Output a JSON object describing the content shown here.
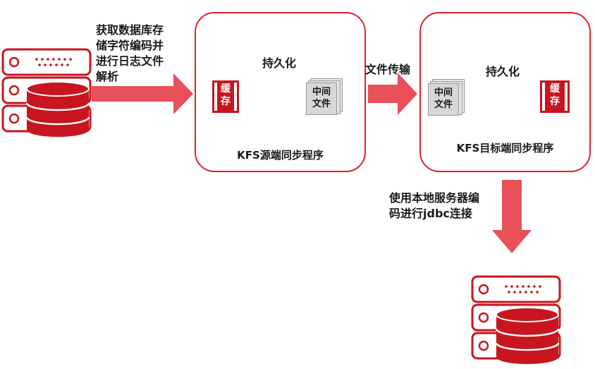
{
  "left_label_lines": [
    "获取数据库存",
    "储字符编码并",
    "进行日志文件",
    "解析"
  ],
  "source_box": {
    "persist_label": "持久化",
    "cache_lines": [
      "缓",
      "存"
    ],
    "doc_lines": [
      "中间",
      "文件"
    ],
    "title": "KFS源端同步程序"
  },
  "transfer_label": "文件传输",
  "target_box": {
    "persist_label": "持久化",
    "doc_lines": [
      "中间",
      "文件"
    ],
    "cache_lines": [
      "缓",
      "存"
    ],
    "title": "KFS目标端同步程序"
  },
  "bottom_label_lines": [
    "使用本地服务器编",
    "码进行jdbc连接"
  ],
  "colors": {
    "accent": "#e0202a",
    "arrow": "#e8505a",
    "dark_red": "#c8151f",
    "doc_gray": "#d7d7d7"
  },
  "icons": [
    "database-server-icon",
    "cache-icon",
    "document-stack-icon",
    "arrow-right-icon",
    "arrow-down-icon"
  ]
}
